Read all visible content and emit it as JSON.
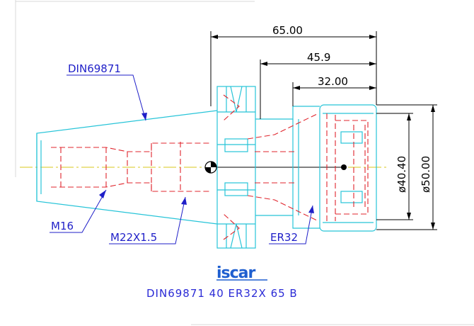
{
  "dimensions": {
    "overall_length": "65.00",
    "collet_length": "45.9",
    "nut_length": "32.00",
    "dia_inner": "ø40.40",
    "dia_outer": "ø50.00"
  },
  "callouts": {
    "taper_standard": "DIN69871",
    "thread_small": "M16",
    "thread_large": "M22X1.5",
    "collet_type": "ER32"
  },
  "brand": {
    "logo_text": "iscar"
  },
  "caption": "DIN69871 40 ER32X 65 B",
  "colors": {
    "outline_cyan": "#27c4d8",
    "hidden_red": "#e0242c",
    "callout_blue": "#1f1fc8",
    "dimension_black": "#000000",
    "centerline_yellow": "#d9c81e"
  }
}
